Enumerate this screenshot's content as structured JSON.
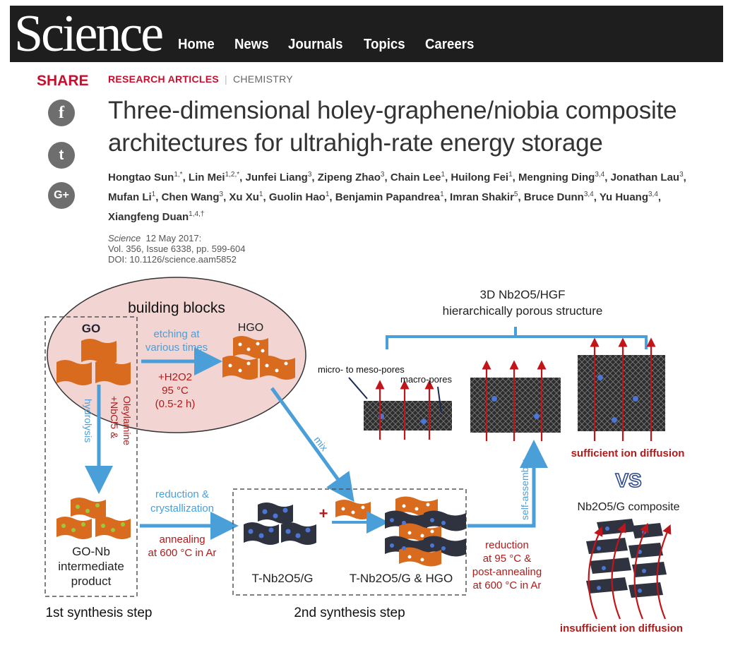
{
  "header": {
    "logo": "Science",
    "nav": [
      "Home",
      "News",
      "Journals",
      "Topics",
      "Careers"
    ]
  },
  "share": {
    "label": "SHARE",
    "icons": [
      "facebook-icon",
      "twitter-icon",
      "google-plus-icon"
    ],
    "glyphs": [
      "f",
      "t",
      "G+"
    ]
  },
  "article": {
    "category": "RESEARCH ARTICLES",
    "subject": "CHEMISTRY",
    "title_line1": "Three-dimensional holey-graphene/niobia composite",
    "title_line2": "architectures for ultrahigh-rate energy storage",
    "authors": [
      {
        "name": "Hongtao Sun",
        "sup": "1,*"
      },
      {
        "name": "Lin Mei",
        "sup": "1,2,*"
      },
      {
        "name": "Junfei Liang",
        "sup": "3"
      },
      {
        "name": "Zipeng Zhao",
        "sup": "3"
      },
      {
        "name": "Chain Lee",
        "sup": "1"
      },
      {
        "name": "Huilong Fei",
        "sup": "1"
      },
      {
        "name": "Mengning Ding",
        "sup": "3,4"
      },
      {
        "name": "Jonathan Lau",
        "sup": "3"
      },
      {
        "name": "Mufan Li",
        "sup": "1"
      },
      {
        "name": "Chen Wang",
        "sup": "3"
      },
      {
        "name": "Xu Xu",
        "sup": "1"
      },
      {
        "name": "Guolin Hao",
        "sup": "1"
      },
      {
        "name": "Benjamin Papandrea",
        "sup": "1"
      },
      {
        "name": "Imran Shakir",
        "sup": "5"
      },
      {
        "name": "Bruce Dunn",
        "sup": "3,4"
      },
      {
        "name": "Yu Huang",
        "sup": "3,4"
      },
      {
        "name": "Xiangfeng Duan",
        "sup": "1,4,†"
      }
    ],
    "journal": "Science",
    "date": "12 May 2017:",
    "volume": "Vol. 356, Issue 6338, pp. 599-604",
    "doi": "DOI: 10.1126/science.aam5852"
  },
  "figure": {
    "building_blocks": "building blocks",
    "go": "GO",
    "hgo": "HGO",
    "etching1": "etching at",
    "etching2": "various times",
    "h2o2": "+H2O2",
    "temp95": "95 °C",
    "time": "(0.5-2 h)",
    "hydrolysis": "hydrolysis",
    "nbcl": "+NbCl5 &",
    "oleylamine": "Oleylamine",
    "mix": "mix",
    "gonb1": "GO-Nb",
    "gonb2": "intermediate",
    "gonb3": "product",
    "reduction1": "reduction &",
    "reduction2": "crystallization",
    "annealing1": "annealing",
    "annealing2": "at 600 °C in Ar",
    "tnb": "T-Nb2O5/G",
    "tnbhgo": "T-Nb2O5/G & HGO",
    "plus": "+",
    "red1": "reduction",
    "red2": "at 95 °C &",
    "red3": "post-annealing",
    "red4": "at 600 °C in Ar",
    "selfassembly": "self-assembly",
    "hgf1": "3D Nb2O5/HGF",
    "hgf2": "hierarchically porous structure",
    "micro": "micro- to meso-pores",
    "macro": "macro-pores",
    "sufficient": "sufficient ion diffusion",
    "vs": "VS",
    "nbg": "Nb2O5/G composite",
    "insufficient": "insufficient ion diffusion",
    "step1": "1st synthesis step",
    "step2": "2nd synthesis step"
  }
}
